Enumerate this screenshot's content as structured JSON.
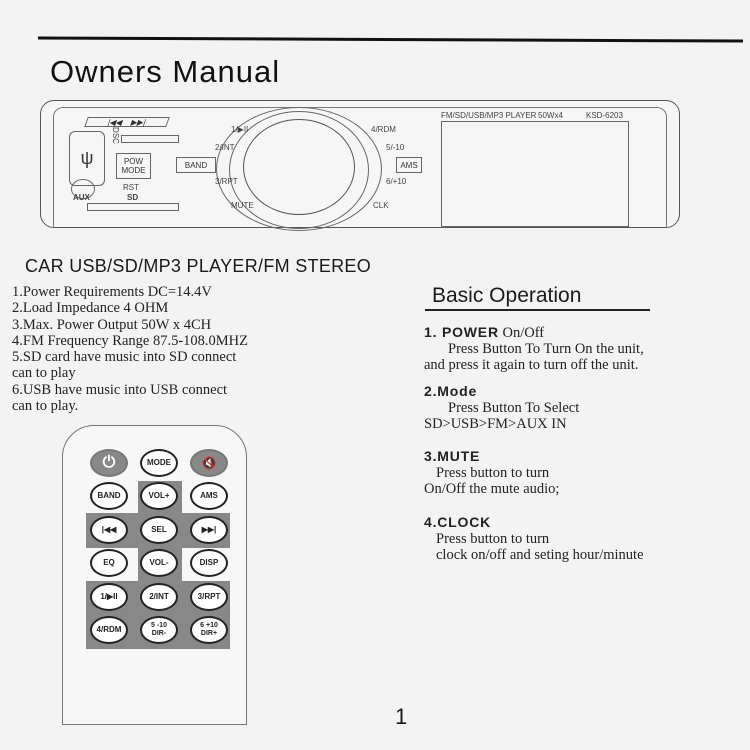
{
  "title": "Owners Manual",
  "panel": {
    "model_line": "FM/SD/USB/MP3 PLAYER",
    "power": "50Wx4",
    "model": "KSD-6203",
    "prev": "|◀◀",
    "next": "▶▶|",
    "dsc": "DSC",
    "pow_mode": "POW MODE",
    "rst": "RST",
    "aux": "AUX",
    "sd": "SD",
    "band": "BAND",
    "ams": "AMS",
    "k1": "1/▶II",
    "k2": "2/INT",
    "k3": "3/RPT",
    "k4": "4/RDM",
    "k5": "5/-10",
    "k6": "6/+10",
    "mute": "MUTE",
    "clk": "CLK"
  },
  "subtitle": "CAR USB/SD/MP3  PLAYER/FM STEREO",
  "specs": [
    "1.Power Requirements DC=14.4V",
    "2.Load Impedance  4 OHM",
    "3.Max. Power Output   50W x 4CH",
    "4.FM Frequency Range 87.5-108.0MHZ",
    "5.SD card  have music into SD connect",
    "can to play",
    "6.USB  have music into USB  connect",
    "can  to play."
  ],
  "basic_operation": {
    "heading": "Basic Operation",
    "items": [
      {
        "title": "1.    POWER",
        "suffix": " On/Off",
        "lines": [
          "Press Button To Turn On the unit,",
          "and press it again to turn off the unit."
        ]
      },
      {
        "title": "2.Mode",
        "suffix": "",
        "lines": [
          "Press Button To  Select",
          "SD>USB>FM>AUX IN"
        ]
      },
      {
        "title": "3.MUTE",
        "suffix": "",
        "lines": [
          "Press button to turn",
          "On/Off  the mute audio;"
        ]
      },
      {
        "title": "4.CLOCK",
        "suffix": "",
        "lines": [
          "Press button to turn",
          "clock on/off  and seting hour/minute"
        ]
      }
    ]
  },
  "remote": {
    "power": "⏻",
    "mode": "MODE",
    "mute": "🔇",
    "band": "BAND",
    "vol_up": "VOL+",
    "ams": "AMS",
    "prev": "|◀◀",
    "sel": "SEL",
    "next": "▶▶|",
    "eq": "EQ",
    "vol_down": "VOL-",
    "disp": "DISP",
    "b1": "1/▶II",
    "b2": "2/INT",
    "b3": "3/RPT",
    "b4": "4/RDM",
    "b5": "5 -10 DIR-",
    "b6": "6 +10 DIR+"
  },
  "page_number": "1"
}
